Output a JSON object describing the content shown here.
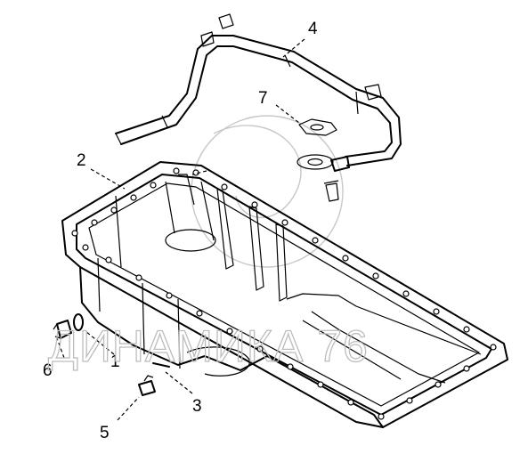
{
  "callouts": {
    "c1": "1",
    "c2": "2",
    "c3": "3",
    "c4": "4",
    "c5": "5",
    "c6": "6",
    "c7": "7"
  },
  "watermark": "ДИНАМИКА 76",
  "colors": {
    "line": "#000000",
    "watermark": "#bdbdbd",
    "background": "#ffffff"
  }
}
